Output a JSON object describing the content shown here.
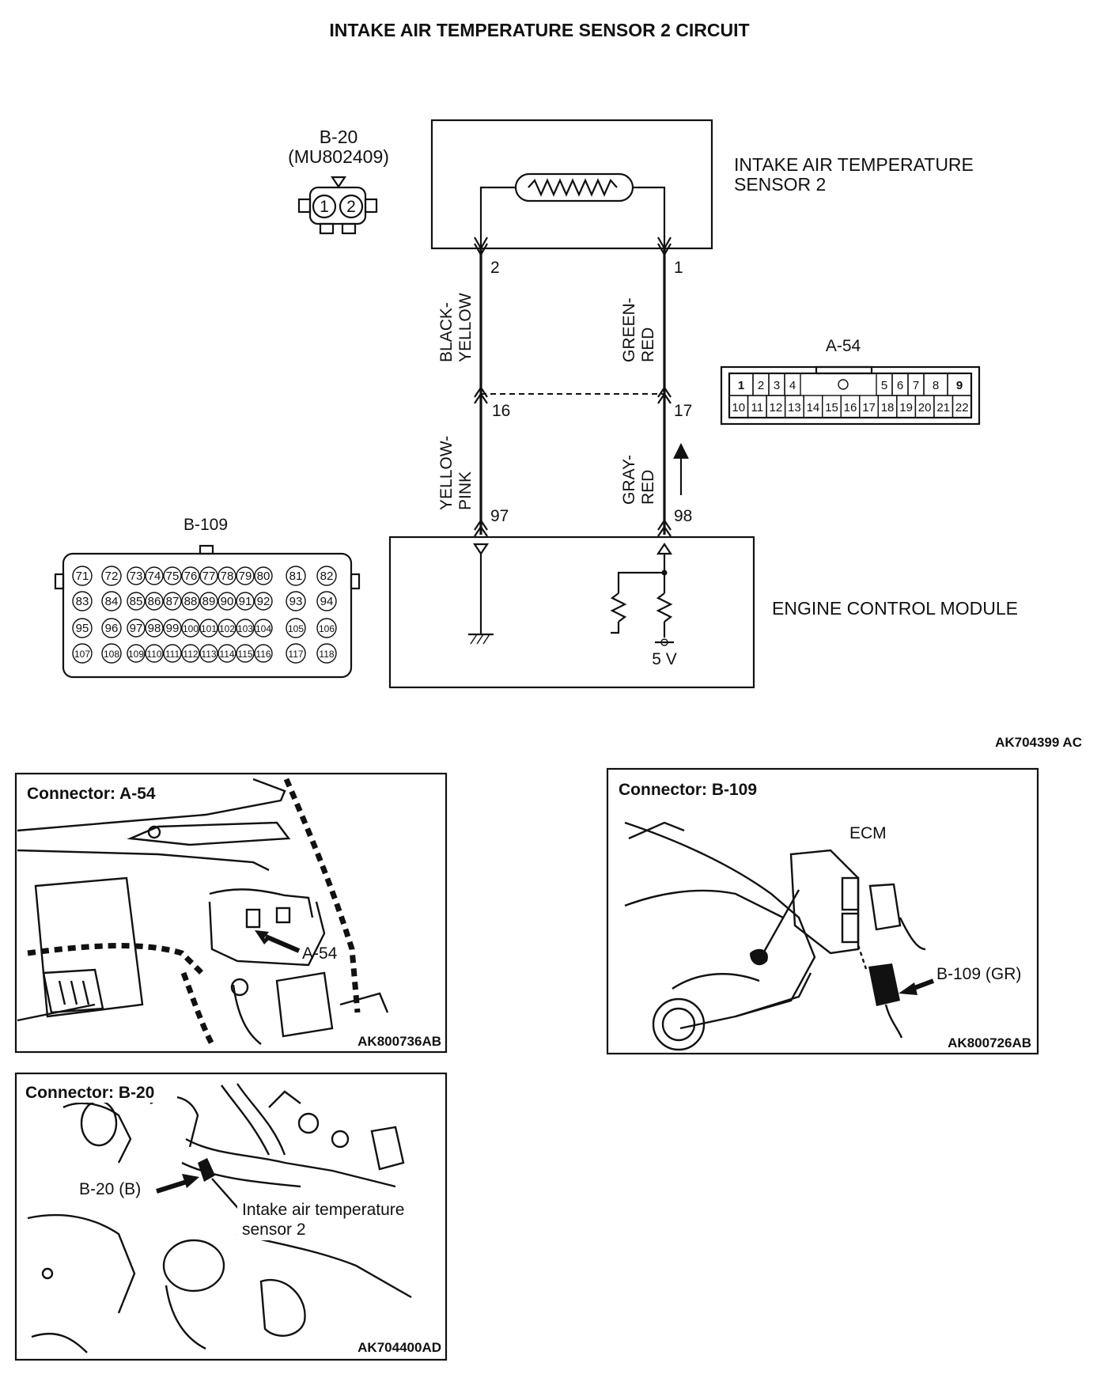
{
  "title": "INTAKE AIR TEMPERATURE SENSOR 2 CIRCUIT",
  "sensor": {
    "connector_id": "B-20",
    "part_number": "(MU802409)",
    "pins": [
      "1",
      "2"
    ],
    "name_line1": "INTAKE AIR TEMPERATURE",
    "name_line2": "SENSOR 2"
  },
  "wires": {
    "left_upper": {
      "line1": "BLACK-",
      "line2": "YELLOW",
      "pin_top": "2",
      "pin_joint": "16"
    },
    "right_upper": {
      "line1": "GREEN-",
      "line2": "RED",
      "pin_top": "1",
      "pin_joint": "17"
    },
    "left_lower": {
      "line1": "YELLOW-",
      "line2": "PINK",
      "pin_ecm": "97"
    },
    "right_lower": {
      "line1": "GRAY-",
      "line2": "RED",
      "pin_ecm": "98"
    }
  },
  "connector_a54": {
    "id": "A-54",
    "row1": [
      "1",
      "2",
      "3",
      "4",
      "5",
      "6",
      "7",
      "8",
      "9"
    ],
    "row2": [
      "10",
      "11",
      "12",
      "13",
      "14",
      "15",
      "16",
      "17",
      "18",
      "19",
      "20",
      "21",
      "22"
    ]
  },
  "connector_b109": {
    "id": "B-109",
    "rows": [
      [
        "71",
        "72",
        "73",
        "74",
        "75",
        "76",
        "77",
        "78",
        "79",
        "80",
        "81",
        "82"
      ],
      [
        "83",
        "84",
        "85",
        "86",
        "87",
        "88",
        "89",
        "90",
        "91",
        "92",
        "93",
        "94"
      ],
      [
        "95",
        "96",
        "97",
        "98",
        "99",
        "100",
        "101",
        "102",
        "103",
        "104",
        "105",
        "106"
      ],
      [
        "107",
        "108",
        "109",
        "110",
        "111",
        "112",
        "113",
        "114",
        "115",
        "116",
        "117",
        "118"
      ]
    ]
  },
  "ecm": {
    "name": "ENGINE CONTROL MODULE",
    "voltage": "5 V"
  },
  "diagram_code": "AK704399 AC",
  "panels": {
    "a54": {
      "title": "Connector: A-54",
      "callout": "A-54",
      "code": "AK800736AB"
    },
    "b109": {
      "title": "Connector: B-109",
      "ecm_label": "ECM",
      "callout": "B-109 (GR)",
      "code": "AK800726AB"
    },
    "b20": {
      "title": "Connector: B-20",
      "callout": "B-20 (B)",
      "sensor_line1": "Intake air temperature",
      "sensor_line2": "sensor 2",
      "code": "AK704400AD"
    }
  }
}
